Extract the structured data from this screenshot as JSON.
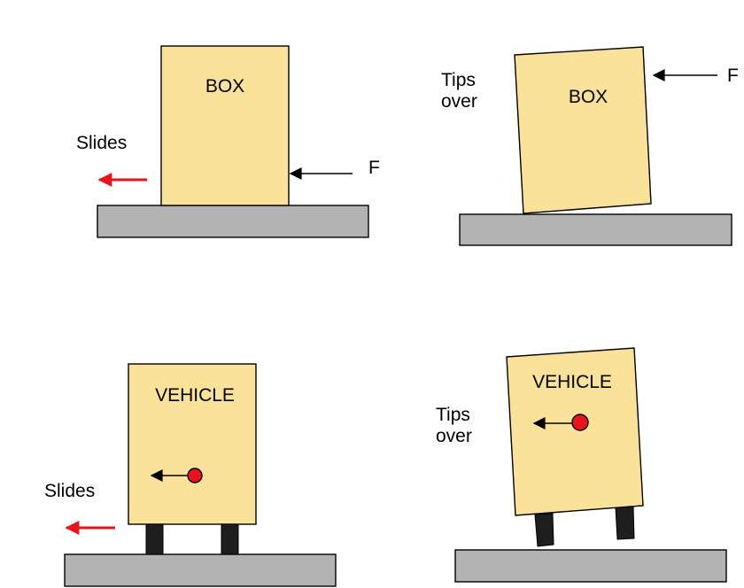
{
  "panels": {
    "box_slides": {
      "box_label": "BOX",
      "action_label": "Slides",
      "force_label": "F"
    },
    "box_tips": {
      "box_label": "BOX",
      "action_label_line1": "Tips",
      "action_label_line2": "over",
      "force_label": "F"
    },
    "vehicle_slides": {
      "box_label": "VEHICLE",
      "action_label": "Slides"
    },
    "vehicle_tips": {
      "box_label": "VEHICLE",
      "action_label_line1": "Tips",
      "action_label_line2": "over"
    }
  },
  "colors": {
    "body_fill": "#fbe29b",
    "ground_fill": "#b3b3b3",
    "wheel_fill": "#1e1e1e",
    "motion_arrow": "#e8141c",
    "center_of_gravity": "#e8141c",
    "force_arrow": "#000000"
  },
  "icons": {
    "force": "arrow-left",
    "motion": "red-arrow-left",
    "center_of_gravity": "red-dot"
  }
}
